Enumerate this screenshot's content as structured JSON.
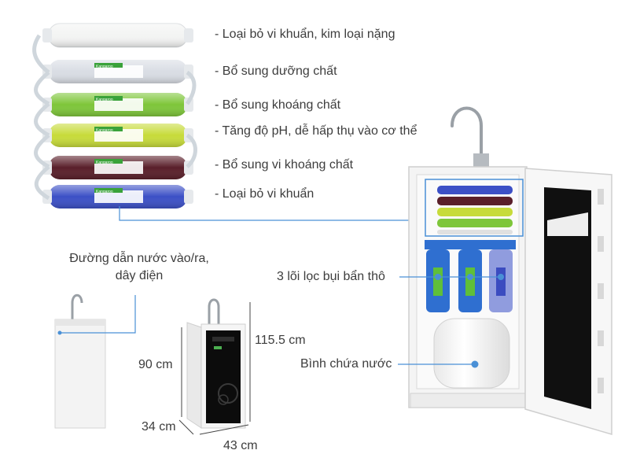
{
  "filters": [
    {
      "label": "- Loại bỏ vi khuẩn, kim loại nặng",
      "color": "#f3f4f3",
      "band": "#ffffff",
      "text": ""
    },
    {
      "label": "- Bổ sung dưỡng chất",
      "color": "#d9dde4",
      "band": "#ffffff",
      "text": "Kangaroo"
    },
    {
      "label": "- Bổ sung khoáng chất",
      "color": "#7ec63a",
      "band": "#ffffff",
      "text": "Kangaroo"
    },
    {
      "label": "- Tăng độ pH, dễ hấp thụ vào cơ thể",
      "color": "#c7db3a",
      "band": "#ffffff",
      "text": "Kangaroo"
    },
    {
      "label": "- Bổ sung vi khoáng chất",
      "color": "#5a1f2a",
      "band": "#ffffff",
      "text": "Kangaroo"
    },
    {
      "label": "- Loại bỏ vi khuẩn",
      "color": "#3c50c6",
      "band": "#ffffff",
      "text": "Kangaroo"
    }
  ],
  "callouts": {
    "pipes": "Đường dẫn nước vào/ra, dây điện",
    "prefilters": "3 lõi lọc bụi bẩn thô",
    "tank": "Bình chứa nước"
  },
  "dimensions": {
    "height_total": "115.5 cm",
    "height_body": "90 cm",
    "depth": "34 cm",
    "width": "43 cm"
  },
  "colors": {
    "leader": "#4a90d6",
    "accent_blue": "#2f6fd0",
    "cabinet": "#f4f4f4"
  },
  "icons": [
    "faucet-icon",
    "filter-cartridge-icon",
    "water-tank-icon"
  ]
}
